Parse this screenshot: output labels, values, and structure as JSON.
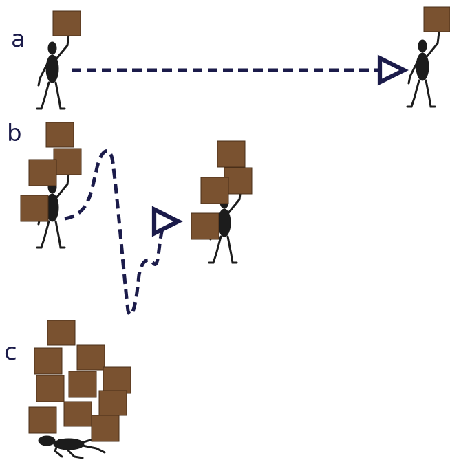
{
  "panels": {
    "a": {
      "label": "a"
    },
    "b": {
      "label": "b"
    },
    "c": {
      "label": "c"
    }
  },
  "colors": {
    "box_fill": "#7a5230",
    "figure": "#1c1c1c",
    "arrow": "#1b1b4a",
    "label": "#1b1b4a"
  },
  "icons": [
    "stick-figure-icon",
    "box-icon",
    "dashed-arrow-icon"
  ]
}
